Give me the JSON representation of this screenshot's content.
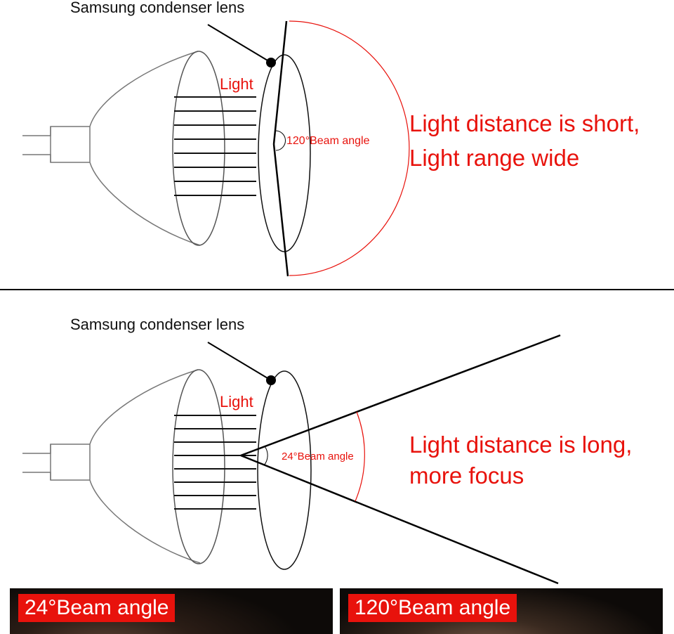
{
  "top_panel": {
    "lens_label": "Samsung condenser lens",
    "light_label": "Light",
    "beam_angle_label": "120°Beam angle",
    "description_line1": "Light distance is short,",
    "description_line2": "Light range wide"
  },
  "bottom_panel": {
    "lens_label": "Samsung condenser lens",
    "light_label": "Light",
    "beam_angle_label": "24°Beam angle",
    "description_line1": "Light distance is long,",
    "description_line2": "more focus"
  },
  "photos": [
    {
      "label": "24°Beam angle"
    },
    {
      "label": "120°Beam angle"
    }
  ],
  "colors": {
    "accent_red": "#e8120c",
    "line_black": "#000000",
    "lamp_grey": "#777777"
  }
}
